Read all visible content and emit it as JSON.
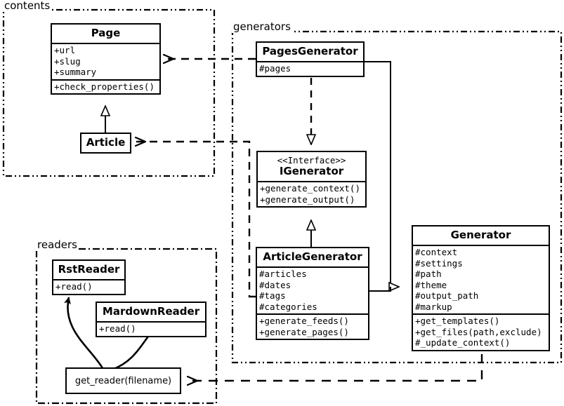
{
  "diagram": {
    "type": "uml-class-diagram",
    "packages": [
      {
        "id": "contents",
        "label": "contents"
      },
      {
        "id": "generators",
        "label": "generators"
      },
      {
        "id": "readers",
        "label": "readers"
      }
    ],
    "classes": [
      {
        "id": "page",
        "package": "contents",
        "name": "Page",
        "stereotype": "",
        "attributes": [
          "+url",
          "+slug",
          "+summary"
        ],
        "operations": [
          "+check_properties()"
        ]
      },
      {
        "id": "article",
        "package": "contents",
        "name": "Article",
        "stereotype": "",
        "attributes": [],
        "operations": []
      },
      {
        "id": "pagesgenerator",
        "package": "generators",
        "name": "PagesGenerator",
        "stereotype": "",
        "attributes": [
          "#pages"
        ],
        "operations": []
      },
      {
        "id": "igenerator",
        "package": "generators",
        "name": "IGenerator",
        "stereotype": "<<Interface>>",
        "attributes": [],
        "operations": [
          "+generate_context()",
          "+generate_output()"
        ]
      },
      {
        "id": "articlegenerator",
        "package": "generators",
        "name": "ArticleGenerator",
        "stereotype": "",
        "attributes": [
          "#articles",
          "#dates",
          "#tags",
          "#categories"
        ],
        "operations": [
          "+generate_feeds()",
          "+generate_pages()"
        ]
      },
      {
        "id": "generator",
        "package": "generators",
        "name": "Generator",
        "stereotype": "",
        "attributes": [
          "#context",
          "#settings",
          "#path",
          "#theme",
          "#output_path",
          "#markup"
        ],
        "operations": [
          "+get_templates()",
          "+get_files(path,exclude)",
          "#_update_context()"
        ]
      },
      {
        "id": "rstreader",
        "package": "readers",
        "name": "RstReader",
        "stereotype": "",
        "attributes": [],
        "operations": [
          "+read()"
        ]
      },
      {
        "id": "mardownreader",
        "package": "readers",
        "name": "MardownReader",
        "stereotype": "",
        "attributes": [],
        "operations": [
          "+read()"
        ]
      }
    ],
    "functions": [
      {
        "id": "get_reader",
        "package": "readers",
        "label": "get_reader(filename)"
      }
    ],
    "relationships": [
      {
        "from": "article",
        "to": "page",
        "type": "generalization",
        "style": "solid"
      },
      {
        "from": "pagesgenerator",
        "to": "igenerator",
        "type": "realization",
        "style": "dashed"
      },
      {
        "from": "articlegenerator",
        "to": "igenerator",
        "type": "generalization",
        "style": "solid"
      },
      {
        "from": "pagesgenerator",
        "to": "generator",
        "type": "generalization",
        "style": "solid"
      },
      {
        "from": "articlegenerator",
        "to": "generator",
        "type": "generalization",
        "style": "solid"
      },
      {
        "from": "pagesgenerator",
        "to": "page",
        "type": "dependency",
        "style": "dashed"
      },
      {
        "from": "articlegenerator",
        "to": "article",
        "type": "dependency",
        "style": "dashed"
      },
      {
        "from": "generator",
        "to": "get_reader",
        "type": "dependency",
        "style": "dashed"
      },
      {
        "from": "get_reader",
        "to": "rstreader",
        "type": "creates",
        "style": "curved"
      },
      {
        "from": "get_reader",
        "to": "mardownreader",
        "type": "creates",
        "style": "curved"
      }
    ],
    "colors": {
      "stroke": "#000000",
      "fill": "#ffffff",
      "package_border": "#000000"
    }
  }
}
